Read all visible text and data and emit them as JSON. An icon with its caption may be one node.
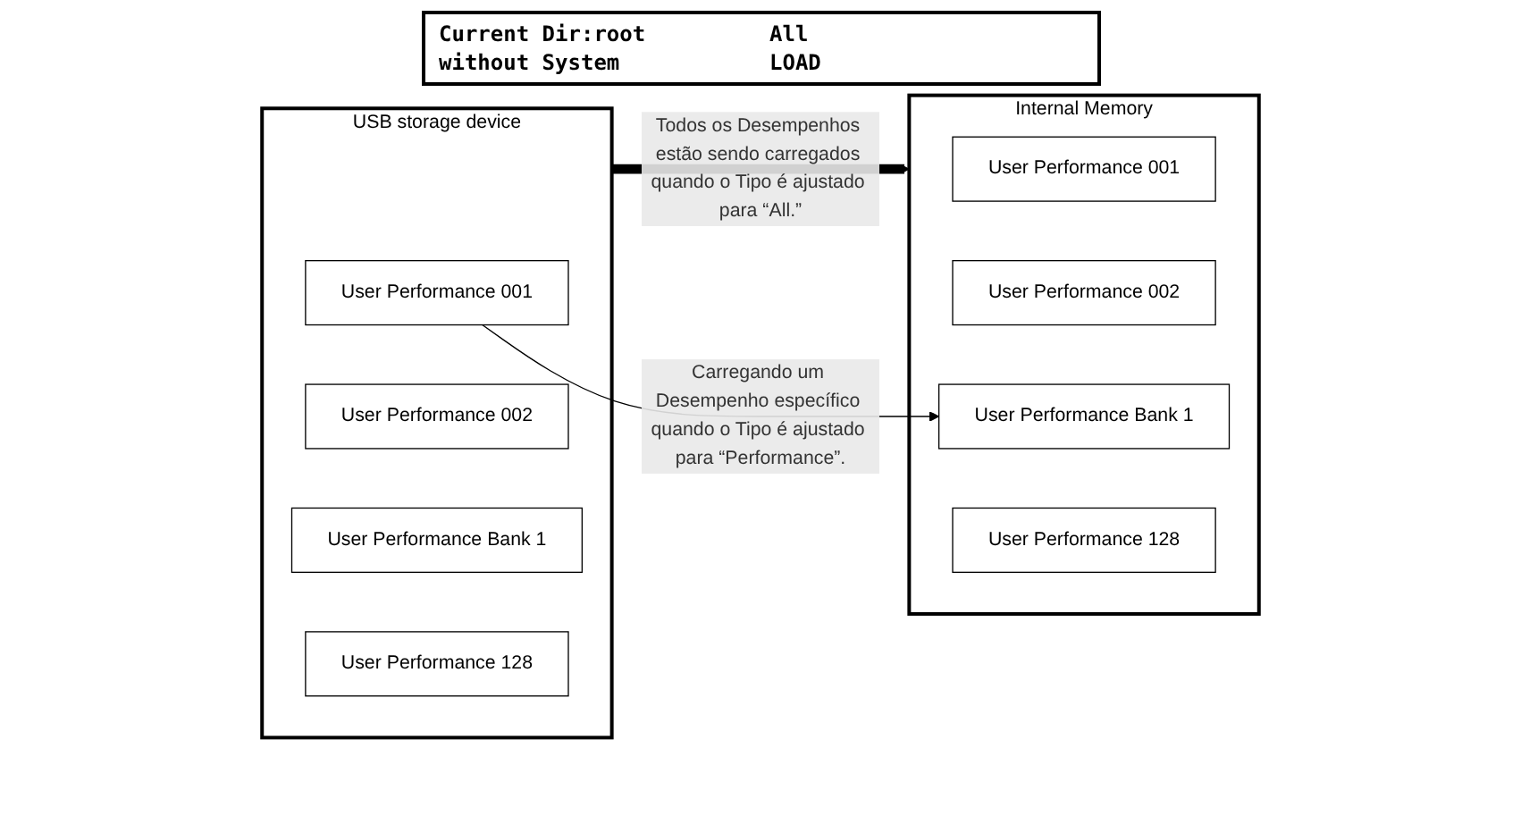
{
  "diagram": {
    "nodes": [
      {
        "text": [
          "USB storage device"
        ]
      },
      {
        "text": [
          "User Performance 001"
        ],
        "in": 0
      },
      {
        "text": [
          "User Performance 002"
        ],
        "in": 0
      },
      {
        "text": [
          "User Performance Bank 1"
        ],
        "in": 0
      },
      {
        "text": [
          "User Performance 128"
        ],
        "in": 0
      },
      {
        "text": [
          "Internal Memory"
        ]
      },
      {
        "text": [
          "User Performance 001"
        ],
        "in": 5
      },
      {
        "text": [
          "User Performance 002"
        ],
        "in": 5
      },
      {
        "text": [
          "User Performance Bank 1"
        ],
        "in": 5
      },
      {
        "text": [
          "User Performance 128"
        ],
        "in": 5
      }
    ],
    "edges": [
      {
        "from": 1,
        "to": 8,
        "arrow": "to",
        "label": "Carregando um Desempenho específico quando o Tipo é ajustado para “Performance”."
      },
      {
        "from": 0,
        "to": 5,
        "arrow": "to",
        "style": "thick",
        "label": "Todos os Desempenhos estão sendo carregados quando o Tipo é ajustado para “All.”"
      }
    ],
    "labels": [
      "Current Dir:root",
      "All",
      "without System",
      "LOAD"
    ]
  }
}
